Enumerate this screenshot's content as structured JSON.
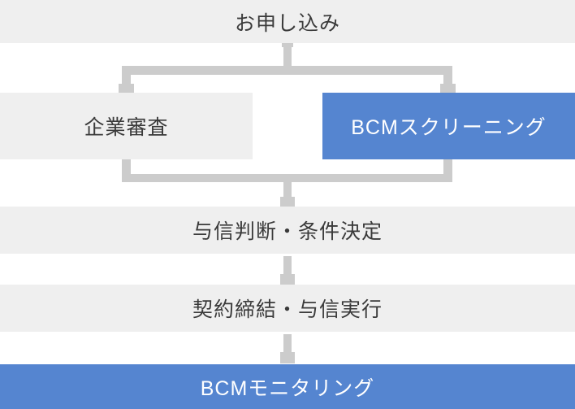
{
  "diagram": {
    "title": "BCM credit workflow",
    "nodes": {
      "application": {
        "label": "お申し込み",
        "variant": "gray"
      },
      "company_screening": {
        "label": "企業審査",
        "variant": "gray"
      },
      "bcm_screening": {
        "label": "BCMスクリーニング",
        "variant": "blue"
      },
      "credit_decision": {
        "label": "与信判断・条件決定",
        "variant": "gray"
      },
      "contract": {
        "label": "契約締結・与信実行",
        "variant": "gray"
      },
      "bcm_monitoring": {
        "label": "BCMモニタリング",
        "variant": "blue"
      }
    },
    "colors": {
      "band_gray": "#efefef",
      "accent_blue": "#5585d0",
      "connector_gray": "#cccccc",
      "text_dark": "#3a3a3a",
      "text_white": "#ffffff"
    }
  }
}
